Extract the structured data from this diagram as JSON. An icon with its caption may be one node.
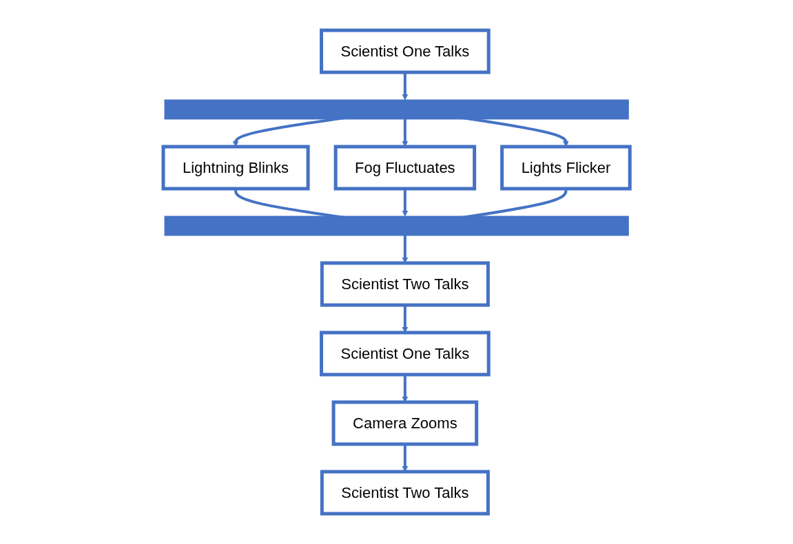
{
  "diagram": {
    "nodes": [
      {
        "text": [
          "Scientist One Talks"
        ]
      },
      {
        "text": [],
        "shape": "bar"
      },
      {
        "text": [
          "Lightning Blinks"
        ]
      },
      {
        "text": [
          "Fog Fluctuates"
        ]
      },
      {
        "text": [
          "Lights Flicker"
        ]
      },
      {
        "text": [],
        "shape": "bar"
      },
      {
        "text": [
          "Scientist Two Talks"
        ]
      },
      {
        "text": [
          "Scientist One Talks"
        ]
      },
      {
        "text": [
          "Camera Zooms"
        ]
      },
      {
        "text": [
          "Scientist Two Talks"
        ]
      }
    ],
    "edges": [
      {
        "from": 0,
        "to": 1,
        "arrow": "to"
      },
      {
        "from": 1,
        "to": 2,
        "arrow": "to"
      },
      {
        "from": 1,
        "to": 3,
        "arrow": "to"
      },
      {
        "from": 1,
        "to": 4,
        "arrow": "to"
      },
      {
        "from": 2,
        "to": 5,
        "arrow": "to"
      },
      {
        "from": 3,
        "to": 5,
        "arrow": "to"
      },
      {
        "from": 4,
        "to": 5,
        "arrow": "to"
      },
      {
        "from": 5,
        "to": 6,
        "arrow": "to"
      },
      {
        "from": 6,
        "to": 7,
        "arrow": "to"
      },
      {
        "from": 7,
        "to": 8,
        "arrow": "to"
      },
      {
        "from": 8,
        "to": 9,
        "arrow": "to"
      }
    ]
  }
}
